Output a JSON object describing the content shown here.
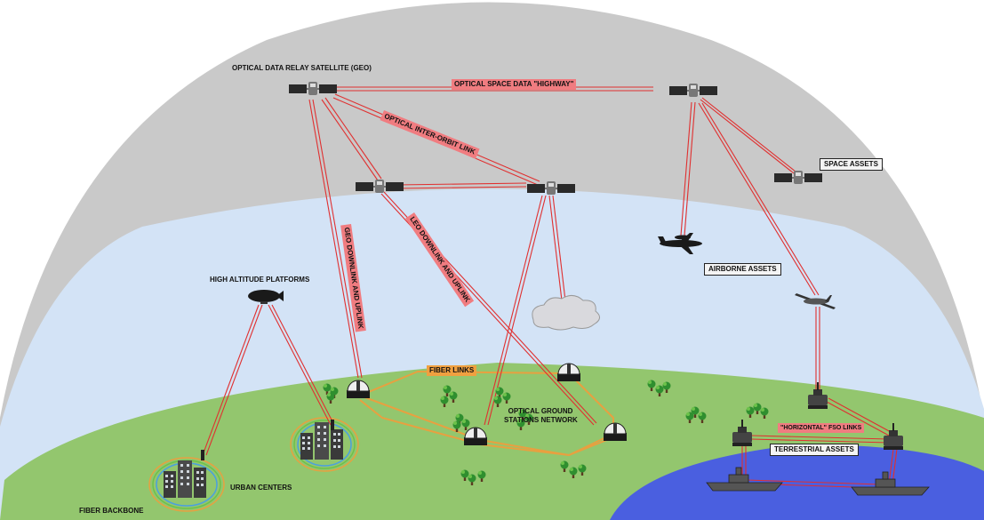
{
  "labels": {
    "geo_satellite": "OPTICAL DATA RELAY SATELLITE (GEO)",
    "space_highway": "OPTICAL SPACE DATA \"HIGHWAY\"",
    "inter_orbit": "OPTICAL INTER-ORBIT LINK",
    "space_assets": "SPACE ASSETS",
    "geo_downlink": "GEO DOWNLINK AND UPLINK",
    "leo_downlink": "LEO DOWNLINK AND UPLINK",
    "hap": "HIGH ALTITUDE PLATFORMS",
    "airborne_assets": "AIRBORNE ASSETS",
    "fiber_links": "FIBER LINKS",
    "ogs_line1": "OPTICAL GROUND",
    "ogs_line2": "STATIONS NETWORK",
    "horizontal_fso": "\"HORIZONTAL\" FSO LINKS",
    "terrestrial_assets": "TERRESTRIAL ASSETS",
    "urban_centers": "URBAN CENTERS",
    "fiber_backbone": "FIBER BACKBONE"
  },
  "colors": {
    "space_gray": "#c9c9c9",
    "sky_blue": "#d3e3f6",
    "land_green": "#93c66e",
    "sea_blue": "#4a5fe0",
    "laser_red": "#e03030",
    "fiber_orange": "#e8a040",
    "label_highlight": "#f07c80",
    "fiber_label_highlight": "#f0a040"
  },
  "icons": {
    "satellites": "satellite-icon",
    "airship": "airship-icon",
    "aircraft": "aircraft-icon",
    "drone": "drone-icon",
    "cloud": "cloud-icon",
    "ground_station": "ground-station-dome-icon",
    "tree": "tree-icon",
    "city": "city-buildings-icon",
    "vehicle": "military-vehicle-icon",
    "ship": "warship-icon"
  }
}
